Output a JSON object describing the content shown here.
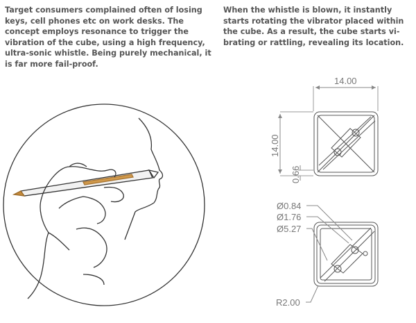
{
  "left_text": "Target consumers complained often of losing keys, cell phones etc on work desks. The concept employs resonance to trigger the vibration of the cube, using a high frequency, ultra-sonic whistle. Being purely mechanical, it is far more fail-proof.",
  "right_text": "When the whistle is blown, it instantly starts rotating the vibrator placed within the cube. As a result, the cube starts vi-brating or rattling, revealing its location.",
  "dimensions": {
    "width": "14.00",
    "height": "14.00",
    "wall": "0.66",
    "d1": "Ø0.84",
    "d2": "Ø1.76",
    "d3": "Ø5.27",
    "radius": "R2.00"
  }
}
